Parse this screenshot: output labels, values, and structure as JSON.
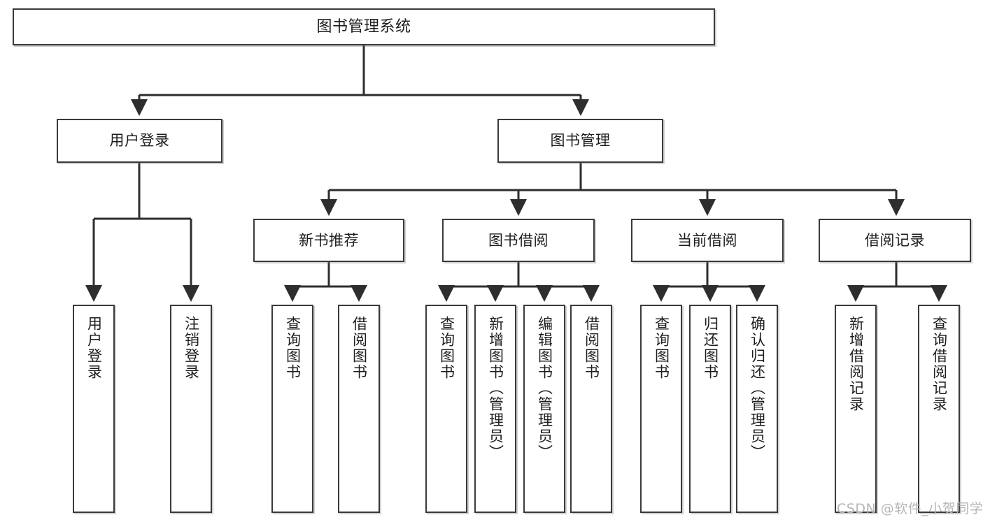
{
  "diagram": {
    "title": "图书管理系统",
    "type": "tree",
    "watermark": "CSDN @软件_小贺同学",
    "colors": {
      "box_border": "#3a3a3a",
      "box_fill": "#ffffff",
      "connector": "#2e2e2e",
      "text": "#1d1d1d",
      "watermark": "#b6b6b6"
    },
    "levels": {
      "root": {
        "label": "图书管理系统"
      },
      "level2": [
        {
          "label": "用户登录"
        },
        {
          "label": "图书管理"
        }
      ],
      "level3": [
        {
          "label": "新书推荐"
        },
        {
          "label": "图书借阅"
        },
        {
          "label": "当前借阅"
        },
        {
          "label": "借阅记录"
        }
      ],
      "leaves": {
        "user_login": [
          {
            "label": "用户登录"
          },
          {
            "label": "注销登录"
          }
        ],
        "new_book_recommend": [
          {
            "label": "查询图书"
          },
          {
            "label": "借阅图书"
          }
        ],
        "book_borrow": [
          {
            "label": "查询图书"
          },
          {
            "label": "新增图书（管理员）"
          },
          {
            "label": "编辑图书（管理员）"
          },
          {
            "label": "借阅图书"
          }
        ],
        "current_borrow": [
          {
            "label": "查询图书"
          },
          {
            "label": "归还图书"
          },
          {
            "label": "确认归还（管理员）"
          }
        ],
        "borrow_record": [
          {
            "label": "新增借阅记录"
          },
          {
            "label": "查询借阅记录"
          }
        ]
      }
    }
  }
}
